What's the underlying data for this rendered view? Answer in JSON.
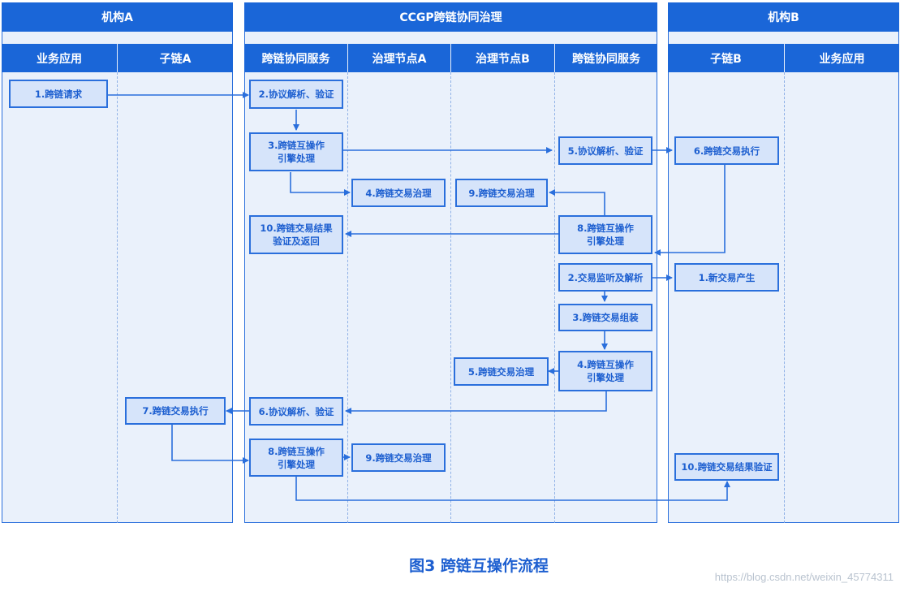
{
  "panels": {
    "org_a": {
      "title": "机构A",
      "lanes": [
        "业务应用",
        "子链A"
      ]
    },
    "ccgp": {
      "title": "CCGP跨链协同治理",
      "lanes": [
        "跨链协同服务",
        "治理节点A",
        "治理节点B",
        "跨链协同服务"
      ]
    },
    "org_b": {
      "title": "机构B",
      "lanes": [
        "子链B",
        "业务应用"
      ]
    }
  },
  "nodes": {
    "n_a1": "1.跨链请求",
    "n_c2": "2.协议解析、验证",
    "n_c3": "3.跨链互操作\n引擎处理",
    "n_ga4": "4.跨链交易治理",
    "n_c10": "10.跨链交易结果\n验证及返回",
    "n_gb9": "9.跨链交易治理",
    "n_s5": "5.协议解析、验证",
    "n_s8": "8.跨链互操作\n引擎处理",
    "n_b6": "6.跨链交易执行",
    "n_s2": "2.交易监听及解析",
    "n_b1": "1.新交易产生",
    "n_s3": "3.跨链交易组装",
    "n_s4": "4.跨链互操作\n引擎处理",
    "n_gb5": "5.跨链交易治理",
    "n_c6": "6.协议解析、验证",
    "n_a7": "7.跨链交易执行",
    "n_c8": "8.跨链互操作\n引擎处理",
    "n_ga9": "9.跨链交易治理",
    "n_b10": "10.跨链交易结果验证"
  },
  "caption": "图3  跨链互操作流程",
  "watermark": "https://blog.csdn.net/weixin_45774311",
  "colors": {
    "primary": "#1a66d8",
    "panel_bg": "#eaf1fb",
    "node_bg": "#d6e4fa",
    "node_text": "#1d5fd0"
  }
}
